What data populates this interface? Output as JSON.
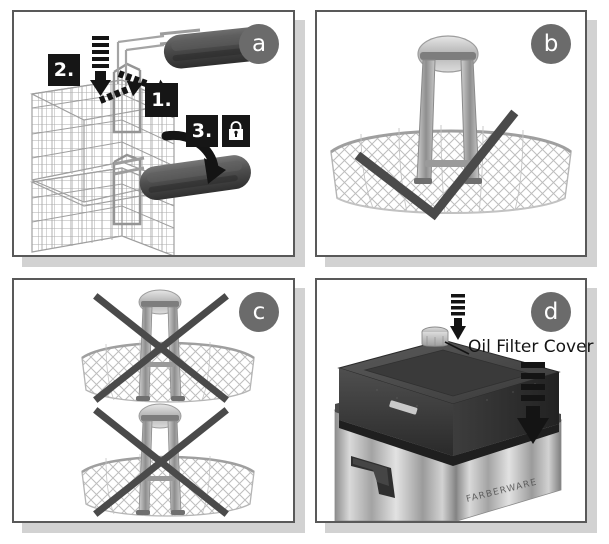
{
  "document": {
    "kind": "appliance-instruction-diagram",
    "subject": "Deep fryer basket handle assembly and oil filter cover"
  },
  "panels": [
    {
      "id": "a",
      "badge": "a",
      "topic": "basket-handle-attachment",
      "steps": [
        {
          "label": "1.",
          "meaning": "insert handle into basket bracket"
        },
        {
          "label": "2.",
          "meaning": "press handle down into position"
        },
        {
          "label": "3.",
          "meaning": "locked"
        }
      ],
      "lock_icon": "padlock-closed-icon",
      "arrows": [
        {
          "name": "insert-arrow",
          "style": "striped"
        },
        {
          "name": "press-down-arrow",
          "style": "striped"
        },
        {
          "name": "seat-arrow",
          "style": "striped"
        },
        {
          "name": "fold-rotate-arrow",
          "style": "curved"
        }
      ]
    },
    {
      "id": "b",
      "badge": "b",
      "topic": "correct-handle-position",
      "mark": "check",
      "mark_name": "checkmark-correct"
    },
    {
      "id": "c",
      "badge": "c",
      "topic": "incorrect-handle-positions",
      "mark": "cross",
      "mark_name": "cross-incorrect",
      "instances": 2
    },
    {
      "id": "d",
      "badge": "d",
      "topic": "oil-filter-cover-placement",
      "callout": "Oil Filter Cover",
      "brand": "FARBERWARE",
      "arrows": [
        {
          "name": "filter-cover-arrow",
          "style": "striped"
        },
        {
          "name": "lid-press-arrow",
          "style": "striped"
        }
      ]
    }
  ],
  "colors": {
    "panel_border": "#595959",
    "panel_shadow": "#d2d2d2",
    "badge_bg": "#6b6b6b",
    "chip_bg": "#161616",
    "chip_text": "#ffffff",
    "mark": "#4a4a4a",
    "wire": "#9a9a9a",
    "handle_dark": "#4c4c4c",
    "body_metal": "#b9b9b9",
    "text": "#141414"
  }
}
